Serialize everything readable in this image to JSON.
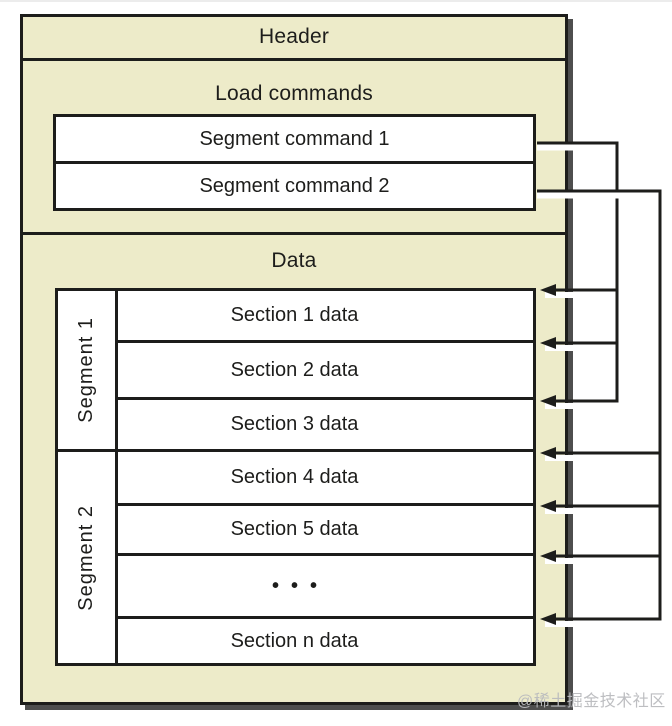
{
  "header": {
    "title": "Header"
  },
  "load_commands": {
    "title": "Load commands",
    "items": [
      "Segment command 1",
      "Segment command 2"
    ]
  },
  "data_region": {
    "title": "Data",
    "segments": [
      "Segment 1",
      "Segment 2"
    ],
    "sections": [
      "Section 1 data",
      "Section 2 data",
      "Section 3 data",
      "Section 4 data",
      "Section 5 data",
      "•••",
      "Section n data"
    ]
  },
  "connections": [
    {
      "from": "Segment command 1",
      "to_sections": [
        "Section 1 data",
        "Section 2 data",
        "Section 3 data"
      ]
    },
    {
      "from": "Segment command 2",
      "to_sections": [
        "Section 4 data",
        "Section 5 data",
        "•••",
        "Section n data"
      ]
    }
  ],
  "watermark": "@稀土掘金技术社区",
  "colors": {
    "panel_bg": "#edebc9",
    "line": "#1d1d1b",
    "row_bg": "#ffffff",
    "shadow": "#4e4e4e",
    "watermark": "#b9babe"
  }
}
